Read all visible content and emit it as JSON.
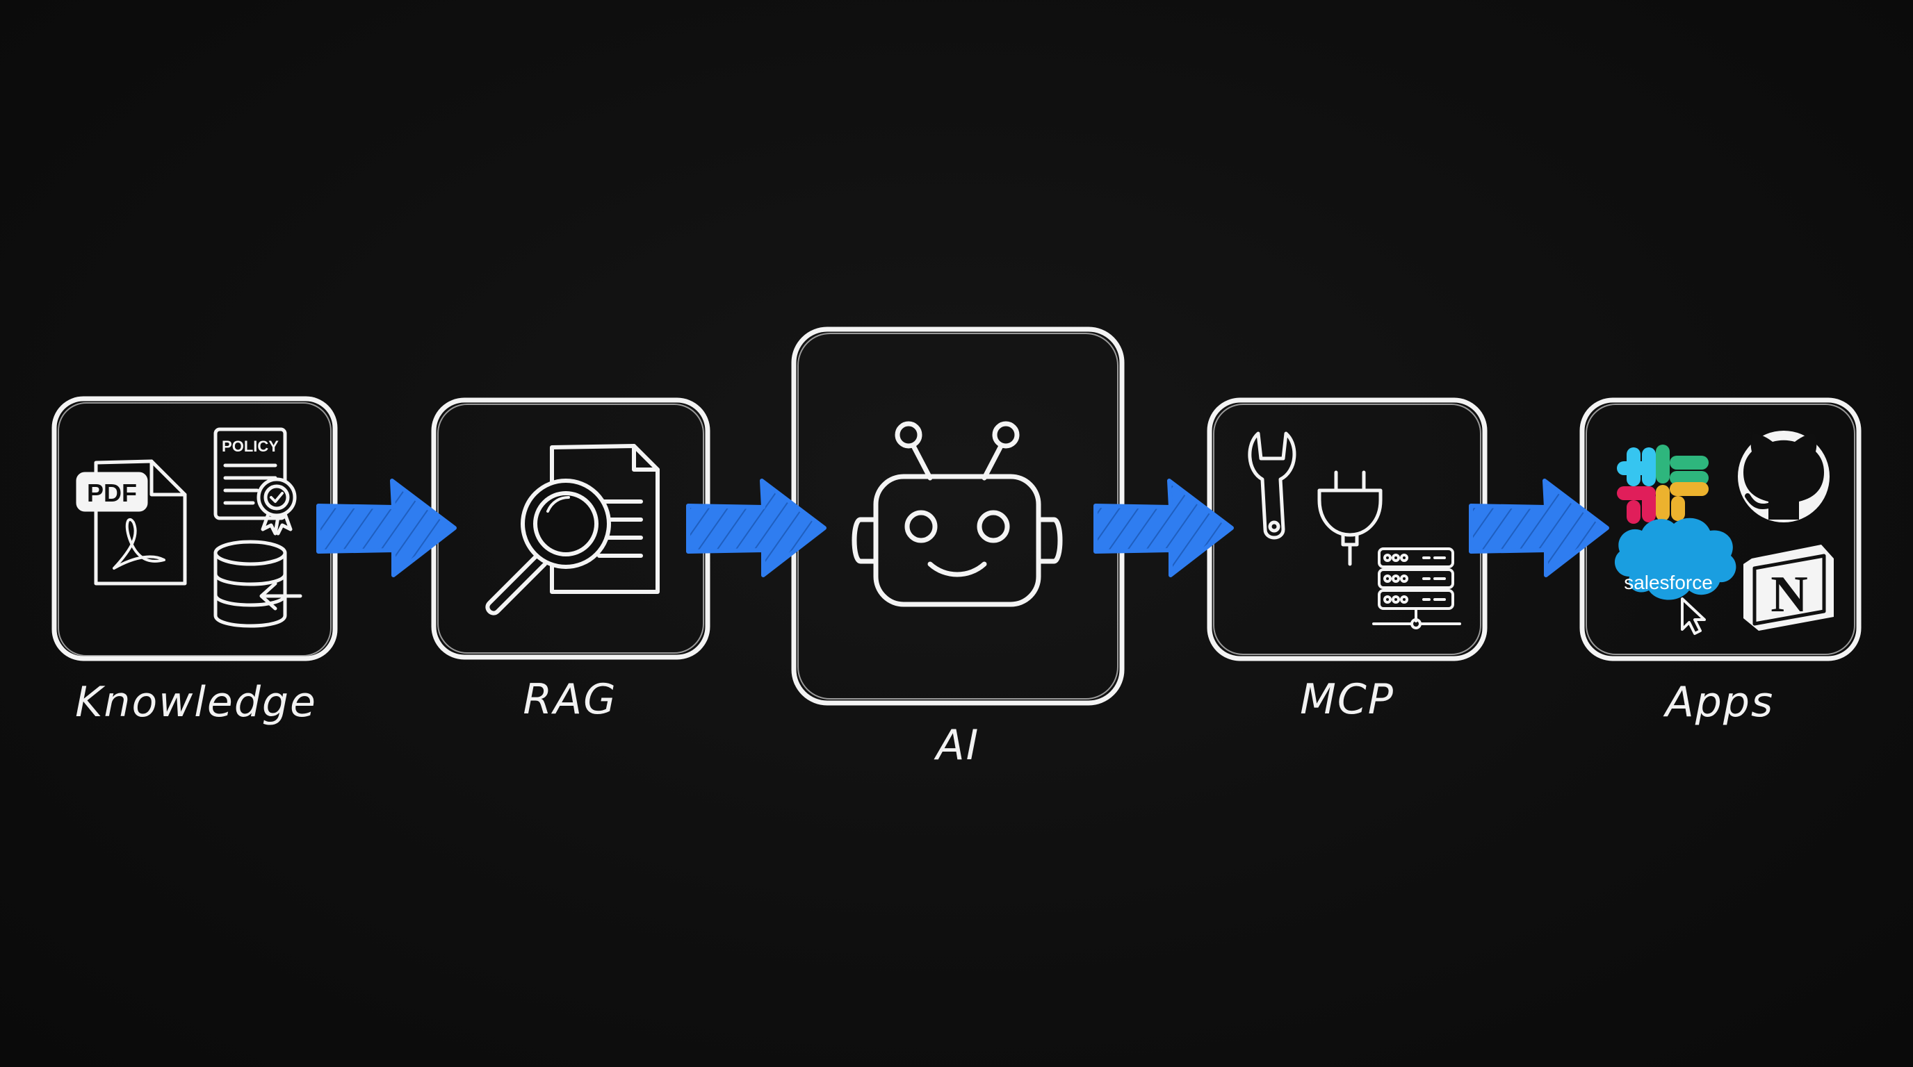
{
  "colors": {
    "background": "#0f0f0f",
    "stroke": "#f4f4f4",
    "arrow": "#2f7df0",
    "slack_blue": "#36c5f0",
    "slack_green": "#2eb67d",
    "slack_red": "#e01e5a",
    "slack_yellow": "#ecb22e",
    "salesforce": "#1a9ee0"
  },
  "nodes": [
    {
      "id": "knowledge",
      "label": "Knowledge",
      "icons": [
        "pdf-file-icon",
        "policy-document-icon",
        "database-icon"
      ]
    },
    {
      "id": "rag",
      "label": "RAG",
      "icons": [
        "magnifier-document-icon"
      ]
    },
    {
      "id": "ai",
      "label": "AI",
      "icons": [
        "robot-icon"
      ]
    },
    {
      "id": "mcp",
      "label": "MCP",
      "icons": [
        "wrench-icon",
        "plug-icon",
        "server-icon"
      ]
    },
    {
      "id": "apps",
      "label": "Apps",
      "icons": [
        "slack-icon",
        "github-icon",
        "salesforce-icon",
        "notion-icon"
      ]
    }
  ],
  "icon_text": {
    "pdf": "PDF",
    "policy": "POLICY",
    "salesforce": "salesforce",
    "notion": "N"
  },
  "edges": [
    {
      "from": "knowledge",
      "to": "rag"
    },
    {
      "from": "rag",
      "to": "ai"
    },
    {
      "from": "ai",
      "to": "mcp"
    },
    {
      "from": "mcp",
      "to": "apps"
    }
  ]
}
